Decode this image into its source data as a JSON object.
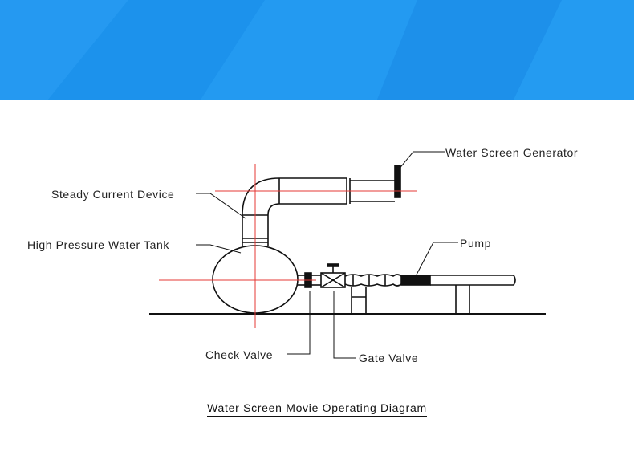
{
  "labels": {
    "water_screen_generator": "Water Screen Generator",
    "steady_current_device": "Steady Current Device",
    "high_pressure_water_tank": "High Pressure Water Tank",
    "pump": "Pump",
    "check_valve": "Check Valve",
    "gate_valve": "Gate Valve"
  },
  "caption": "Water Screen Movie Operating Diagram",
  "colors": {
    "banner": "#1f95ef",
    "centerline": "#e53935",
    "line": "#111111"
  }
}
